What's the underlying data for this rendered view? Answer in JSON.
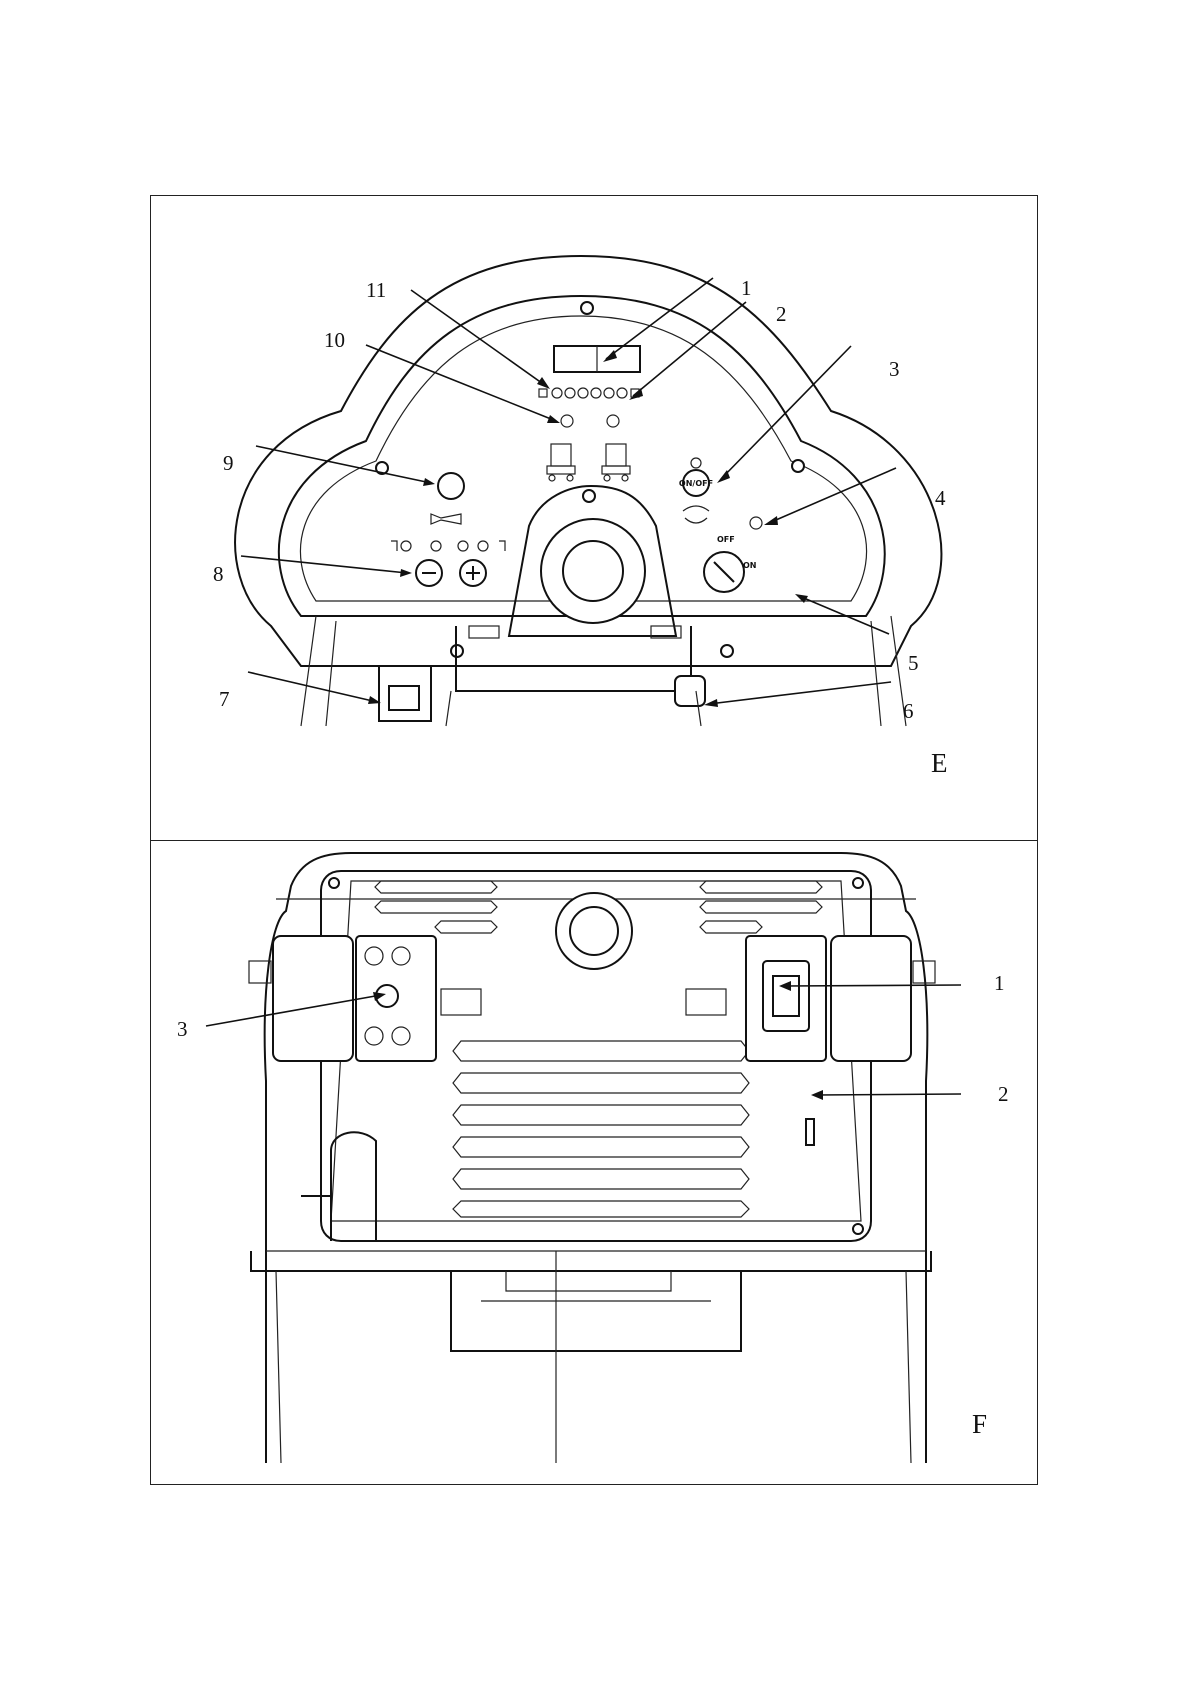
{
  "figure_e": {
    "letter": "E",
    "callouts": [
      "1",
      "2",
      "3",
      "4",
      "5",
      "6",
      "7",
      "8",
      "9",
      "10",
      "11"
    ],
    "switch_labels": {
      "off": "OFF",
      "on": "ON"
    },
    "button_label": "ON/OFF",
    "icons": [
      "display-icon",
      "battery-level-icon",
      "brush-down-icon",
      "brush-up-icon",
      "horn-icon",
      "water-flow-icon",
      "minus-icon",
      "plus-icon",
      "key-switch-icon",
      "emergency-stop-icon",
      "charger-indicator-icon"
    ]
  },
  "figure_f": {
    "letter": "F",
    "callouts": [
      "1",
      "2",
      "3"
    ],
    "icons": [
      "power-socket-icon",
      "fuse-icon",
      "connector-panel-icon",
      "rear-vent-icon"
    ]
  }
}
